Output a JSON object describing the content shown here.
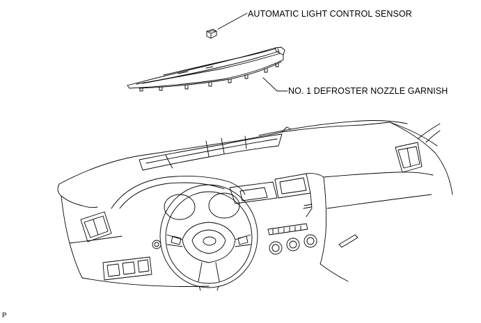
{
  "callouts": {
    "sensor": "AUTOMATIC LIGHT CONTROL SENSOR",
    "garnish": "NO. 1 DEFROSTER NOZZLE GARNISH"
  },
  "figure_code": "P",
  "colors": {
    "line": "#000000",
    "background": "#ffffff"
  }
}
